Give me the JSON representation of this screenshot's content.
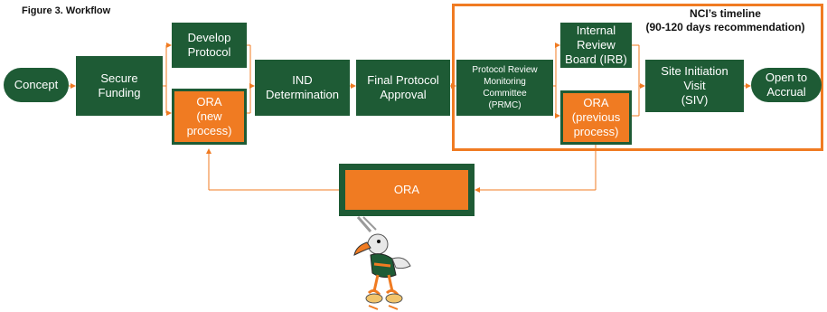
{
  "figure_title": "Figure 3. Workflow",
  "nci_timeline": {
    "title": "NCI’s timeline",
    "subtitle": "(90-120 days recommendation)"
  },
  "nodes": {
    "concept": "Concept",
    "secure_funding": "Secure\nFunding",
    "develop_protocol": "Develop\nProtocol",
    "ora_new": "ORA\n(new\nprocess)",
    "ind_determination": "IND\nDetermination",
    "final_protocol_approval": "Final Protocol\nApproval",
    "prmc": "Protocol Review\nMonitoring\nCommittee\n(PRMC)",
    "irb": "Internal\nReview\nBoard (IRB)",
    "ora_previous": "ORA\n(previous\nprocess)",
    "siv": "Site Initiation\nVisit\n(SIV)",
    "open_to_accrual": "Open to\nAccrual",
    "ora_center": "ORA"
  },
  "colors": {
    "green": "#1e5b35",
    "orange": "#f07b22",
    "highlight_border": "#f07b22"
  }
}
